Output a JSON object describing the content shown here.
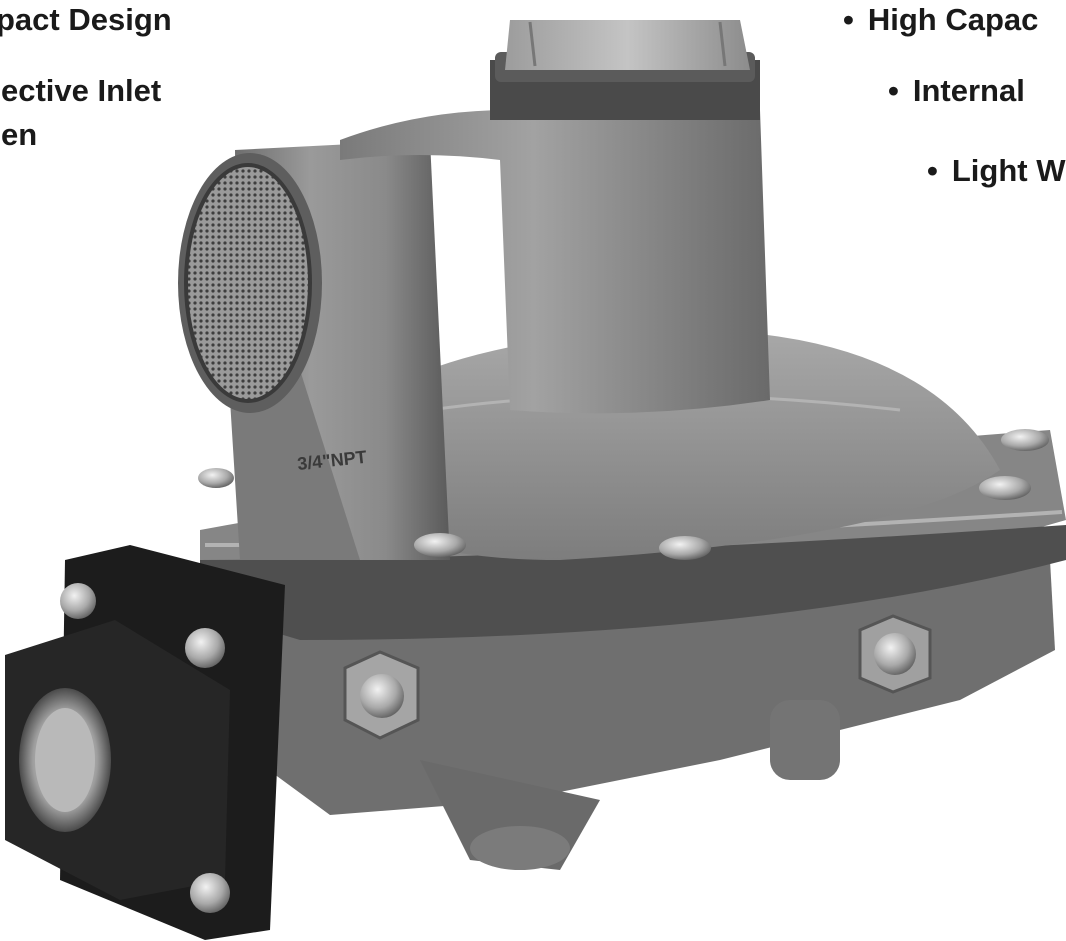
{
  "features_left": {
    "compact_design": "pact Design",
    "inlet_screen_line1": "ective Inlet",
    "inlet_screen_line2": "en"
  },
  "features_right": {
    "bullet": "•",
    "high_capacity": "High Capac",
    "internal": "Internal",
    "light_weight": "Light W"
  },
  "product": {
    "port_marking": "3/4\"NPT"
  },
  "colors": {
    "body_gray": "#8c8c8c",
    "body_dark": "#5e5e5e",
    "body_light": "#b5b5b5",
    "flange_black": "#1c1c1c",
    "text": "#1a1a1a"
  }
}
